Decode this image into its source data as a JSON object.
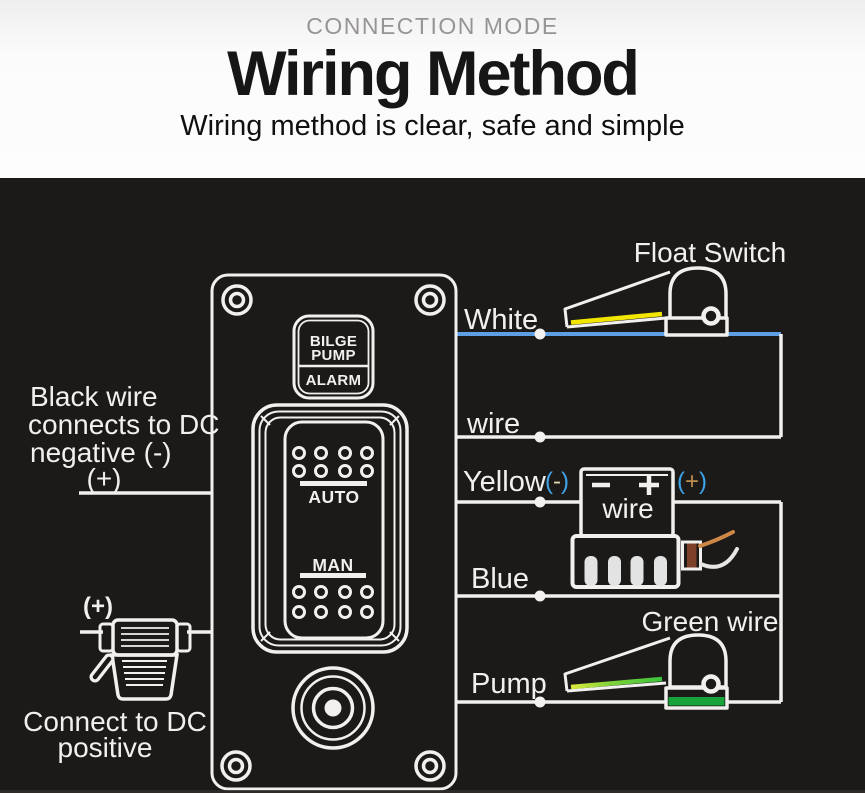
{
  "header": {
    "eyebrow": "CONNECTION MODE",
    "title": "Wiring Method",
    "subtitle": "Wiring method is clear, safe and simple"
  },
  "panel": {
    "badge": [
      "BILGE",
      "PUMP",
      "ALARM"
    ],
    "auto_label": "AUTO",
    "man_label": "MAN"
  },
  "left_note": {
    "line1": "Black wire",
    "line2": "connects to DC",
    "line3": "negative (-)",
    "plus": "(+)"
  },
  "fuse": {
    "plus": "(+)",
    "caption_line1": "Connect to DC",
    "caption_line2": "positive"
  },
  "wire_labels": {
    "white": "White",
    "wire": "wire",
    "yellow": "Yellow",
    "blue": "Blue",
    "pump": "Pump"
  },
  "devices": {
    "float_switch_label": "Float Switch",
    "green_wire_label": "Green wire",
    "battery_center_label": "wire"
  },
  "markers": {
    "open": "(",
    "close": ")",
    "minus": "-",
    "plus": "+"
  },
  "colors": {
    "wire_blue": "#5d9fe2",
    "wire_yellow": "#f2e600",
    "wire_green": "#3cc23c",
    "marker_blue": "#3fa3e8",
    "stripe_green": "#16a339",
    "curl_orange": "#cf8748",
    "connector_brown": "#7c4127",
    "line_white": "#f2f0ee",
    "background_dark": "#1b1a19"
  }
}
